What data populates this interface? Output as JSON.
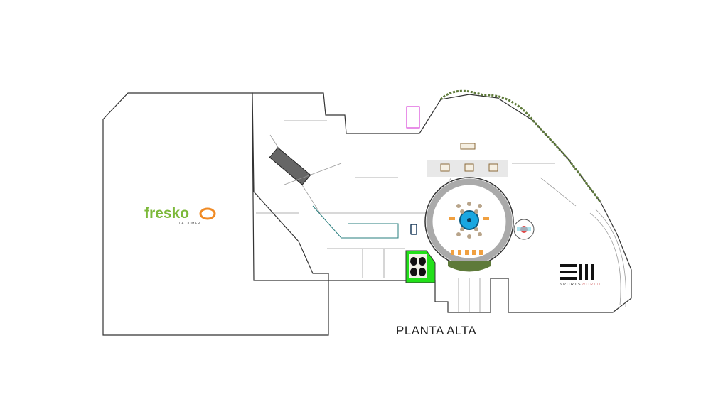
{
  "map": {
    "title": "PLANTA ALTA",
    "stores": {
      "fresko": {
        "name": "fresko",
        "sub": "LA COMER",
        "color": "#7cb93a",
        "accent": "#f08a24"
      },
      "sportsworld": {
        "name_a": "SPORTS",
        "name_b": "WORLD"
      }
    },
    "colors": {
      "highlight_store": "#22e01a",
      "fountain": "#1aa7e0",
      "plaza_ring": "#aaaaaa",
      "garden": "#5e7a3a"
    }
  }
}
